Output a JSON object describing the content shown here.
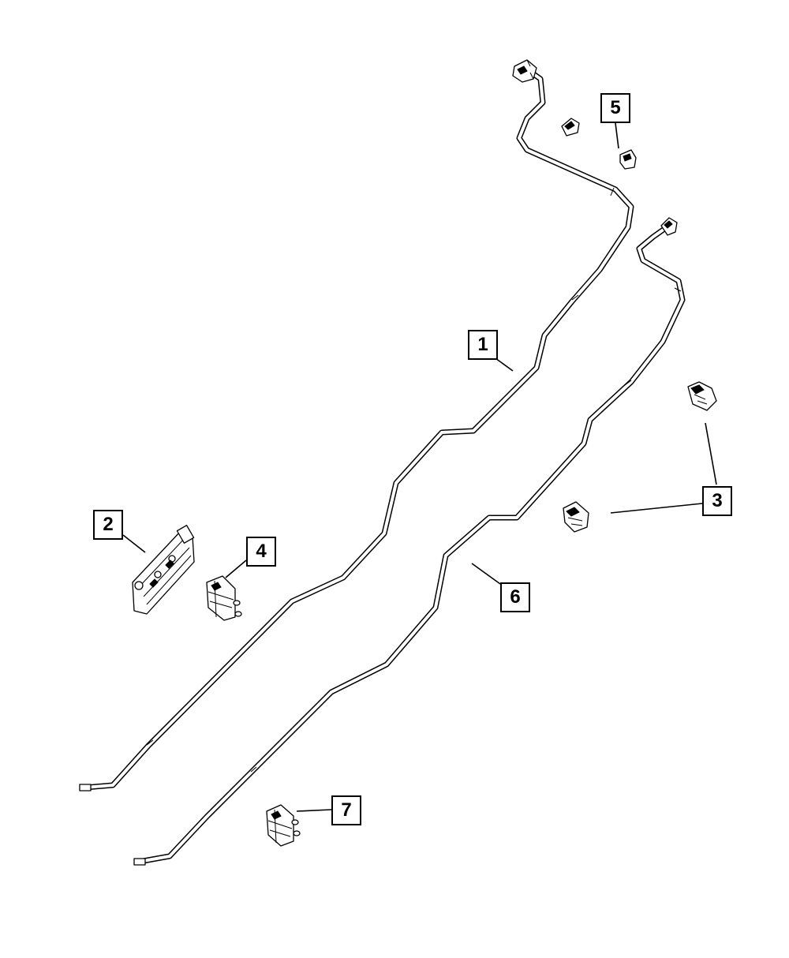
{
  "diagram": {
    "callouts": [
      {
        "id": "1",
        "label": "1"
      },
      {
        "id": "2",
        "label": "2"
      },
      {
        "id": "3",
        "label": "3"
      },
      {
        "id": "4",
        "label": "4"
      },
      {
        "id": "5",
        "label": "5"
      },
      {
        "id": "6",
        "label": "6"
      },
      {
        "id": "7",
        "label": "7"
      }
    ],
    "parts": {
      "tube_1": "fuel-tube-long-icon",
      "tube_6": "fuel-tube-second-icon",
      "clip_2": "bracket-assembly-icon",
      "clip_3": "tube-clip-icon",
      "clip_4": "tube-clip-with-studs-icon",
      "clip_5": "small-clip-icon",
      "clip_7": "tube-clip-with-studs-icon"
    },
    "colors": {
      "line": "#000000",
      "background": "#ffffff"
    }
  }
}
